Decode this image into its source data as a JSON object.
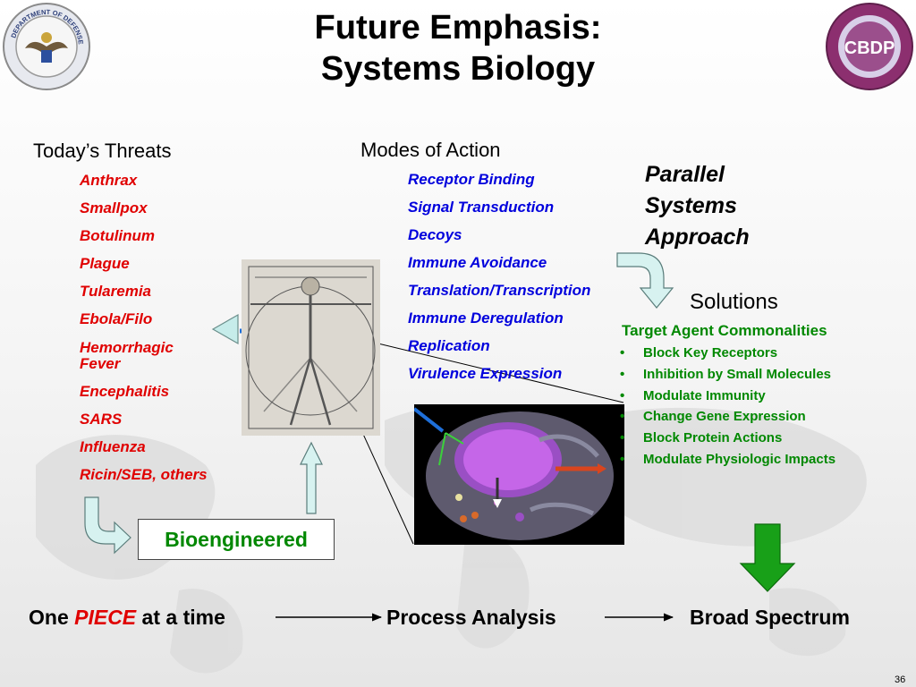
{
  "title": {
    "line1": "Future Emphasis:",
    "line2": "Systems Biology"
  },
  "logos": {
    "left": {
      "name": "Department of Defense seal",
      "text_ring": "DEPARTMENT OF DEFENSE · UNITED STATES OF AMERICA"
    },
    "right": {
      "name": "CBDP seal",
      "text": "CBDP"
    }
  },
  "threats": {
    "heading": "Today’s Threats",
    "items": [
      "Anthrax",
      "Smallpox",
      "Botulinum",
      "Plague",
      "Tularemia",
      "Ebola/Filo",
      "Hemorrhagic Fever",
      "Encephalitis",
      "SARS",
      "Influenza",
      "Ricin/SEB, others"
    ],
    "color": "#e00000"
  },
  "modes": {
    "heading": "Modes of Action",
    "items": [
      "Receptor Binding",
      "Signal Transduction",
      "Decoys",
      "Immune Avoidance",
      "Translation/Transcription",
      "Immune Deregulation",
      "Replication",
      "Virulence Expression"
    ],
    "color": "#0000dd"
  },
  "parallel": {
    "line1": "Parallel",
    "line2": "Systems",
    "line3": "Approach"
  },
  "solutions": {
    "heading": "Solutions",
    "subheading": "Target Agent Commonalities",
    "items": [
      "Block Key Receptors",
      "Inhibition by Small Molecules",
      "Modulate Immunity",
      "Change Gene Expression",
      "Block Protein Actions",
      "Modulate Physiologic Impacts"
    ],
    "color": "#008800"
  },
  "bioengineered": {
    "label": "Bioengineered"
  },
  "bottom": {
    "left_prefix": "One ",
    "left_highlight": "PIECE",
    "left_suffix": " at a time",
    "middle": "Process Analysis",
    "right": "Broad Spectrum"
  },
  "page_number": "36",
  "icons": {
    "bullet": "•",
    "pale_arrows": "light-teal-arrow",
    "green_arrow": "green-down-arrow"
  }
}
